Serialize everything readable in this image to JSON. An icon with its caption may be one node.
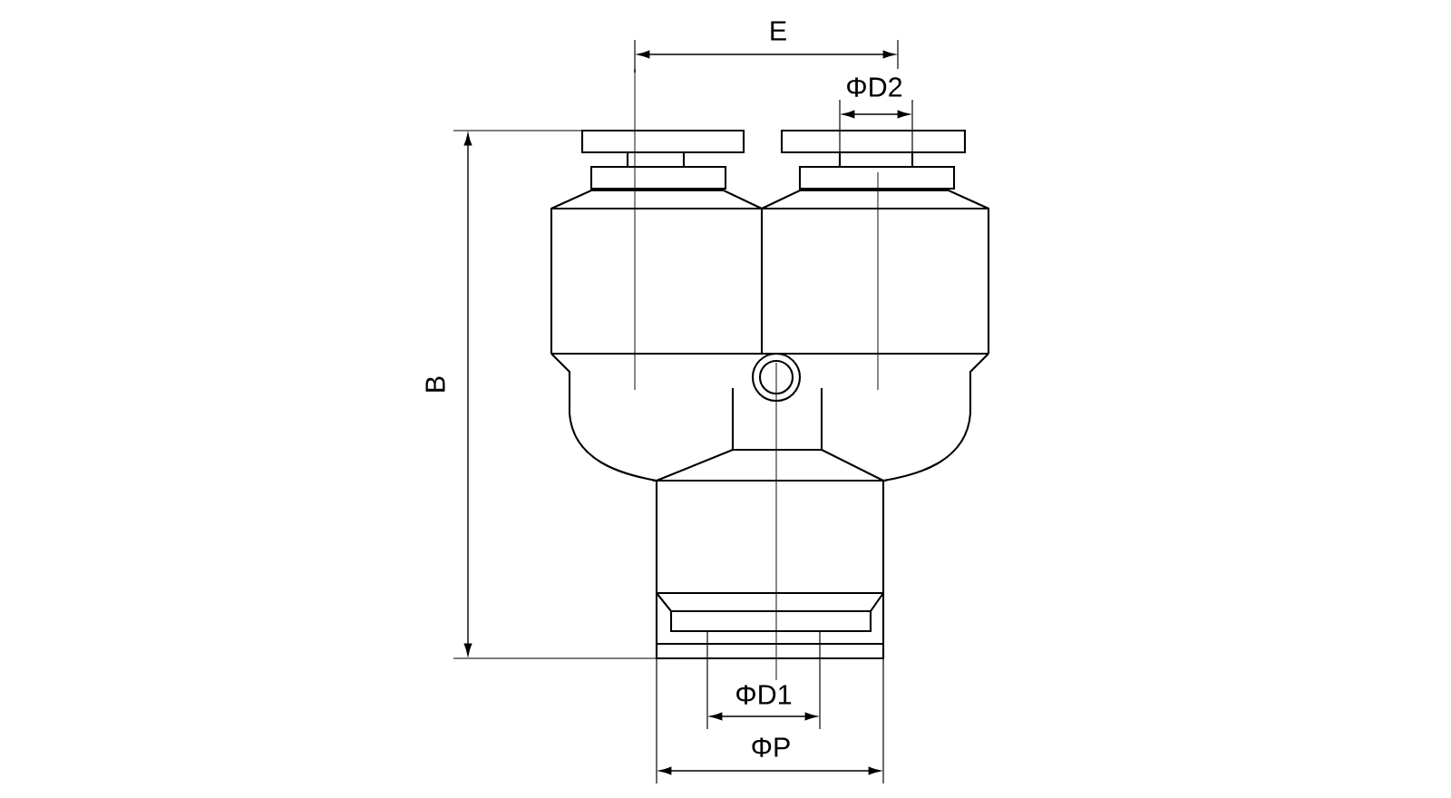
{
  "diagram": {
    "labels": [
      "E",
      "ΦD2",
      "B",
      "ΦD1",
      "ΦP"
    ]
  }
}
